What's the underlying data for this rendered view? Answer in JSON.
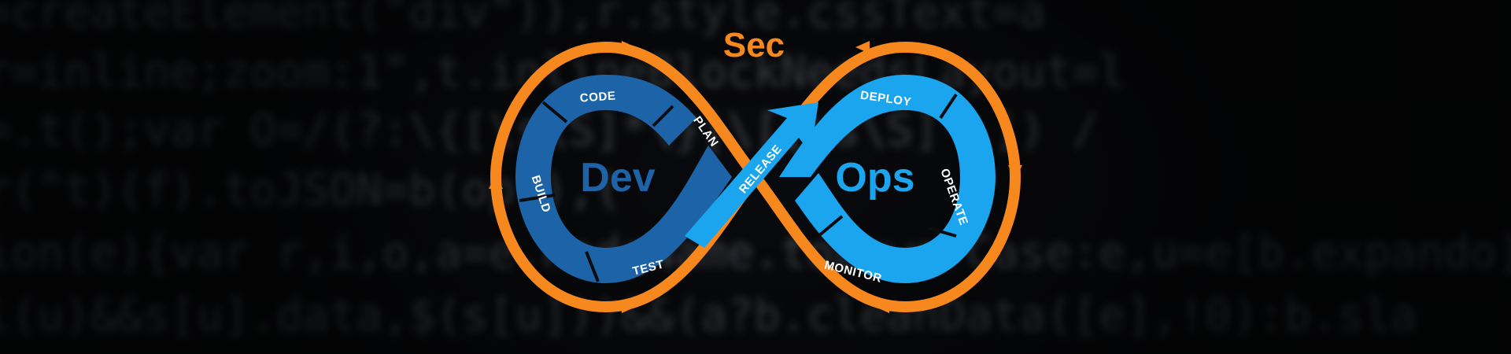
{
  "background": {
    "code_lines": [
      "=createElement(\"div\")),r.style.cssText=a",
      "r=inline;zoom:1\",t.inlineBlockNeedsLayout=l",
      "=.t();var O=/(?:\\{[\\s\\S]*\\}|\\[[\\s\\S]*\\]) /",
      "r(\"t)(f).toJSON=b(op)),(",
      "ion(e){var r,i,o,a=e.nodeName.toLowerCase:e,u=e[b.expando]",
      "l(u)&&s[u].data,$(s[u]))&&(a?b.cleanData([e],!0):b.sla"
    ]
  },
  "diagram": {
    "title_prefix": "Sec",
    "dev_label": "Dev",
    "ops_label": "Ops",
    "stages": {
      "plan": "PLAN",
      "code": "CODE",
      "build": "BUILD",
      "test": "TEST",
      "release": "RELEASE",
      "deploy": "DEPLOY",
      "operate": "OPERATE",
      "monitor": "MONITOR"
    }
  },
  "colors": {
    "orange": "#f7881e",
    "dev_blue": "#1d63a8",
    "ops_blue": "#1aa5ee",
    "code_text": "#8d9aa3"
  }
}
